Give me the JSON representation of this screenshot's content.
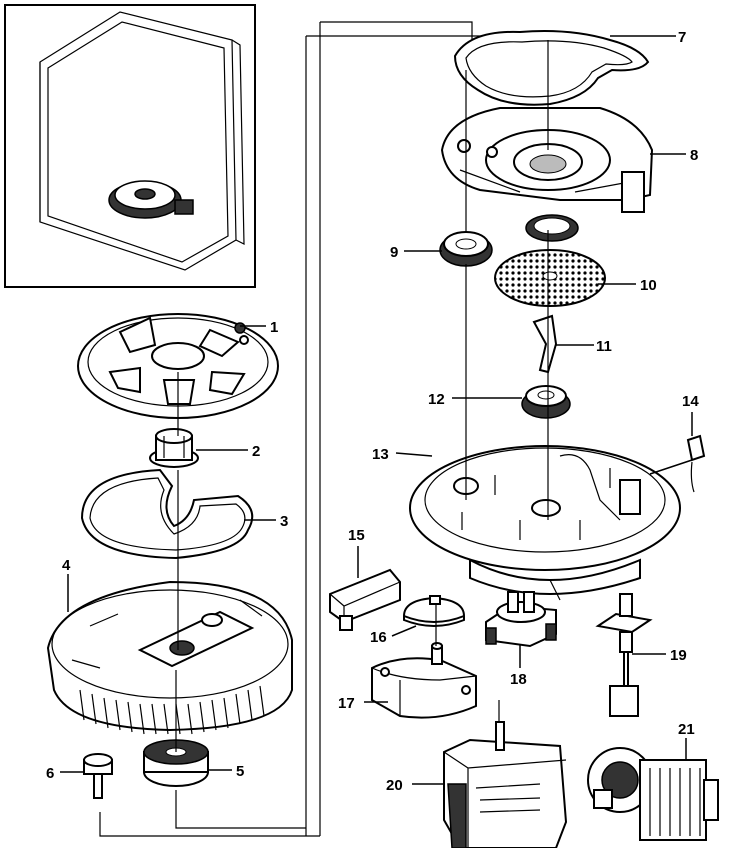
{
  "callouts": [
    {
      "id": "7",
      "label": "7"
    },
    {
      "id": "8",
      "label": "8"
    },
    {
      "id": "9",
      "label": "9"
    },
    {
      "id": "10",
      "label": "10"
    },
    {
      "id": "11",
      "label": "11"
    },
    {
      "id": "12",
      "label": "12"
    },
    {
      "id": "13",
      "label": "13"
    },
    {
      "id": "14",
      "label": "14"
    },
    {
      "id": "1",
      "label": "1"
    },
    {
      "id": "2",
      "label": "2"
    },
    {
      "id": "3",
      "label": "3"
    },
    {
      "id": "4",
      "label": "4"
    },
    {
      "id": "15",
      "label": "15"
    },
    {
      "id": "16",
      "label": "16"
    },
    {
      "id": "17",
      "label": "17"
    },
    {
      "id": "18",
      "label": "18"
    },
    {
      "id": "19",
      "label": "19"
    },
    {
      "id": "6",
      "label": "6"
    },
    {
      "id": "5",
      "label": "5"
    },
    {
      "id": "20",
      "label": "20"
    },
    {
      "id": "21",
      "label": "21"
    }
  ]
}
